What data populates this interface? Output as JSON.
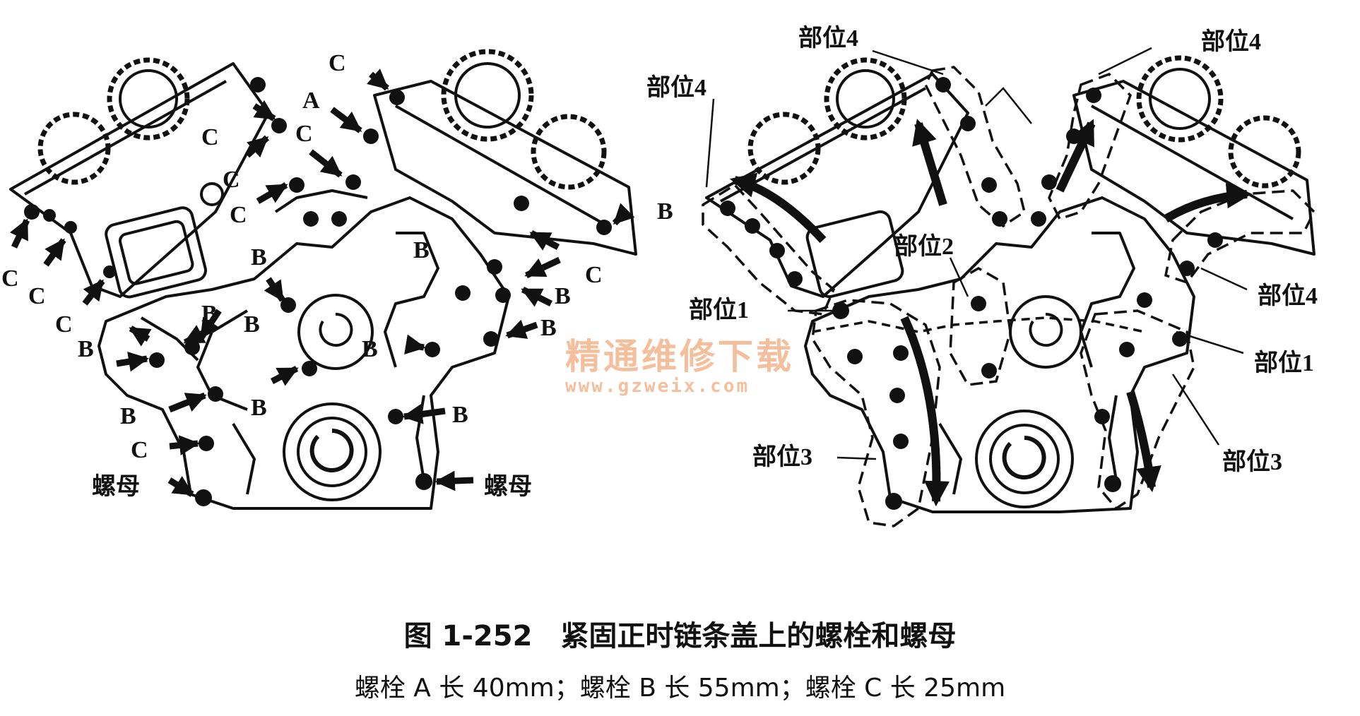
{
  "left_labels": {
    "A": "A",
    "B": "B",
    "C": "C",
    "nut": "螺母"
  },
  "right_labels": {
    "pos1": "部位1",
    "pos2": "部位2",
    "pos3": "部位3",
    "pos4": "部位4"
  },
  "watermark": {
    "line1": "精通维修下载",
    "line2": "www.gzweix.com"
  },
  "caption": {
    "title": "图 1-252　紧固正时链条盖上的螺栓和螺母",
    "subtitle": "螺栓 A 长 40mm；螺栓 B 长 55mm；螺栓 C 长 25mm"
  }
}
